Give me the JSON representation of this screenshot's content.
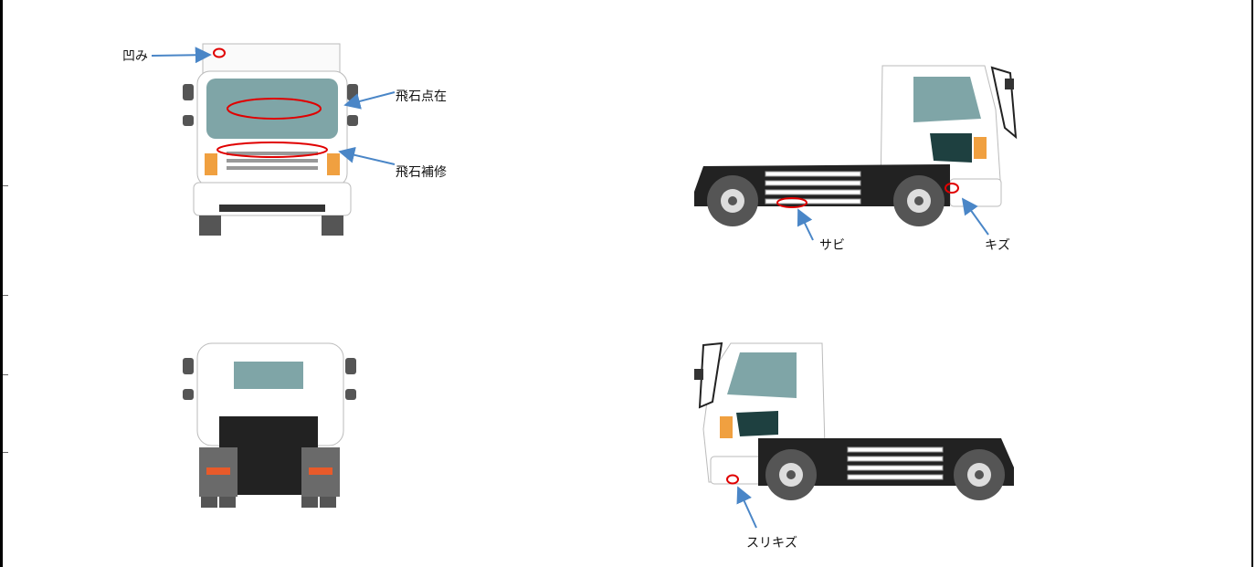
{
  "diagram": {
    "views": [
      "front",
      "rear",
      "right-side",
      "left-side"
    ],
    "annotations": {
      "dent": "凹み",
      "chips_scattered": "飛石点在",
      "chip_repair": "飛石補修",
      "rust": "サビ",
      "scratch": "キズ",
      "scuff_scratch": "スリキズ"
    },
    "colors": {
      "marker": "#e00000",
      "arrow": "#4a86c7",
      "glass": "#7fa5a7",
      "tire": "#555555",
      "chassis": "#222222",
      "amber": "#f0a040"
    }
  }
}
